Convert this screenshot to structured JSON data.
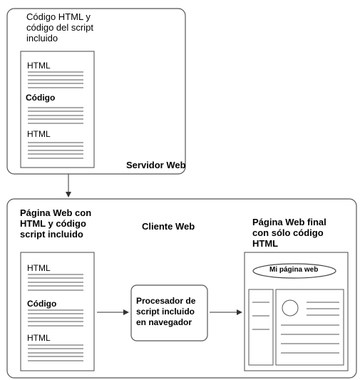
{
  "server": {
    "label": "Servidor Web",
    "header": "Código HTML y\ncódigo del script\nincluido",
    "document": [
      "HTML",
      "Código",
      "HTML"
    ]
  },
  "client": {
    "label": "Cliente Web",
    "input_header": "Página Web con\nHTML y código\nscript incluido",
    "input_document": [
      "HTML",
      "Código",
      "HTML"
    ],
    "processor": "Procesador de\nscript incluido\nen navegador",
    "output_header": "Página Web final\ncon sólo código\nHTML",
    "output_page_title": "Mi página web"
  }
}
